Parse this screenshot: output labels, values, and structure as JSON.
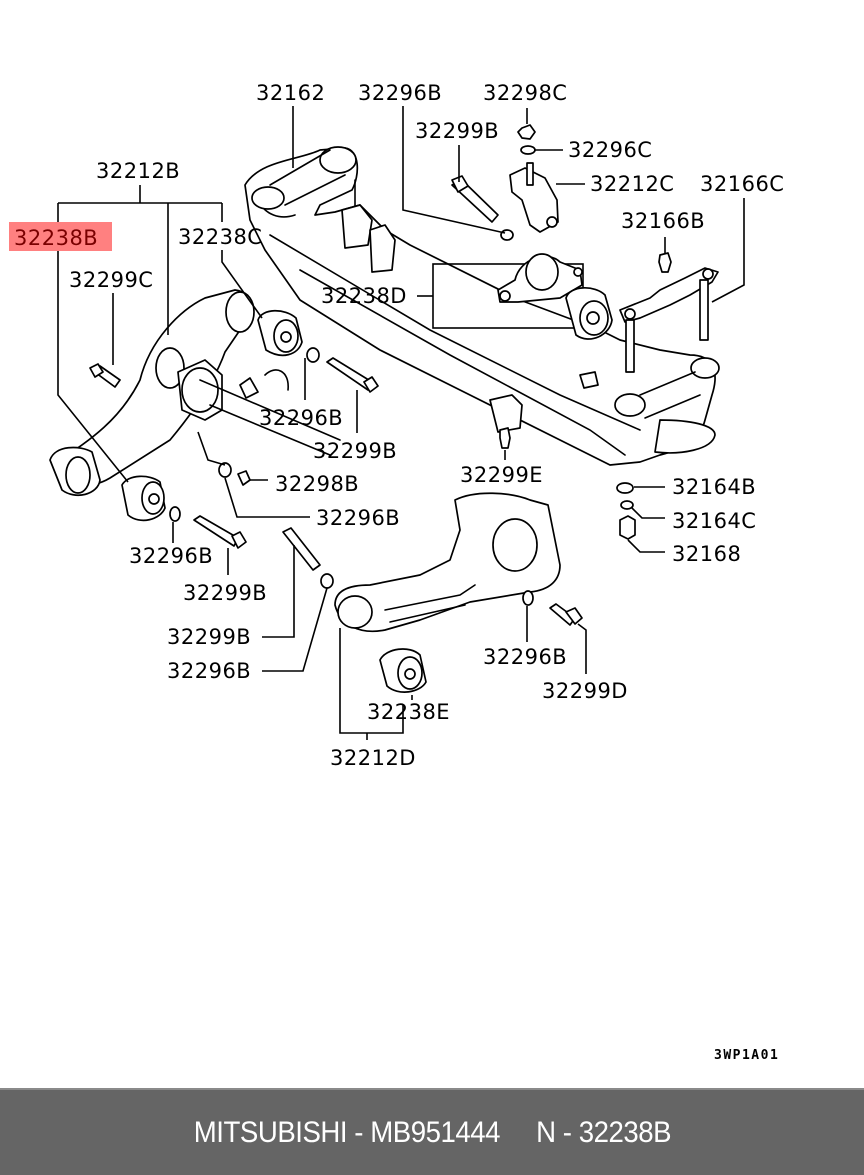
{
  "diagram": {
    "code": "3WP1A01",
    "highlight_color": "#ff8080",
    "highlighted_label": "32238B",
    "labels": {
      "l32162": "32162",
      "l32296B_top": "32296B",
      "l32298C": "32298C",
      "l32299B_top": "32299B",
      "l32296C": "32296C",
      "l32212C": "32212C",
      "l32166C": "32166C",
      "l32166B": "32166B",
      "l32212B": "32212B",
      "l32238B": "32238B",
      "l32238C": "32238C",
      "l32299C": "32299C",
      "l32238D": "32238D",
      "l32296B_mid": "32296B",
      "l32299B_mid": "32299B",
      "l32299E": "32299E",
      "l32298B": "32298B",
      "l32296B_mid2": "32296B",
      "l32164B": "32164B",
      "l32164C": "32164C",
      "l32168": "32168",
      "l32296B_left": "32296B",
      "l32299B_left": "32299B",
      "l32299B_low": "32299B",
      "l32296B_low": "32296B",
      "l32296B_right": "32296B",
      "l32299D": "32299D",
      "l32238E": "32238E",
      "l32212D": "32212D"
    }
  },
  "footer": {
    "text": "MITSUBISHI - MB951444     N - 32238B",
    "background": "#656565"
  }
}
